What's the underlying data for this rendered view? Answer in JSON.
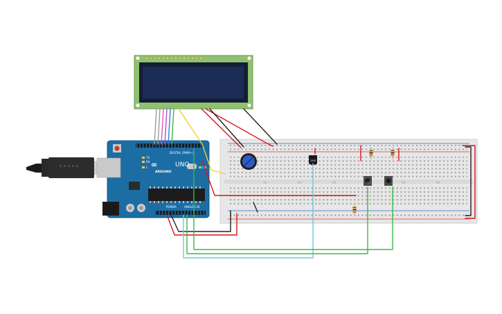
{
  "arduino": {
    "logo": "∞",
    "brand": "ARDUINO",
    "model": "UNO",
    "header_digital": "DIGITAL (PWM~)",
    "header_power": "POWER",
    "header_analog": "ANALOG IN",
    "tx_label": "TX",
    "rx_label": "RX",
    "led_label": "L",
    "on_label": "ON"
  },
  "lcd": {
    "line1": "",
    "line2": ""
  },
  "sensor": {
    "label": "TMP"
  },
  "colors": {
    "lcd_board": "#8fc170",
    "lcd_screen": "#1a2c55",
    "arduino_board": "#1d6da5",
    "breadboard": "#e6e6e6",
    "wire_red": "#d9141b",
    "wire_black": "#222222",
    "wire_green": "#3db54a",
    "wire_cyan": "#6fc9d6",
    "wire_yellow": "#f0d22c",
    "wire_purple": "#b44bd0",
    "wire_blue": "#2f7de0",
    "wire_pink": "#e055b0",
    "wire_gray": "#9a9a9a"
  }
}
